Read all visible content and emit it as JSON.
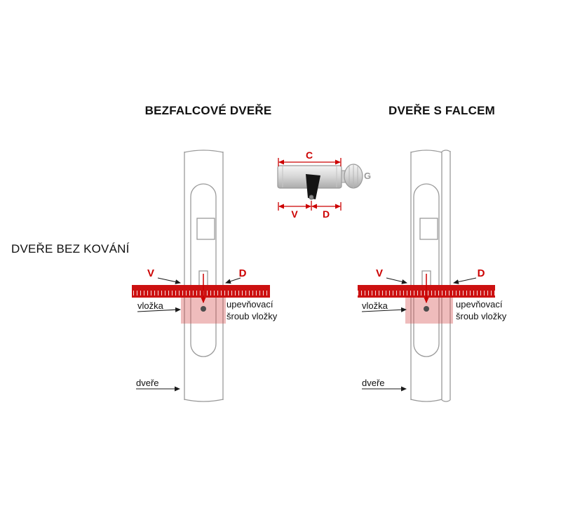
{
  "titles": {
    "left": "BEZFALCOVÉ DVEŘE",
    "right": "DVEŘE S FALCEM",
    "side": "DVEŘE BEZ KOVÁNÍ"
  },
  "cylinder_diagram": {
    "length_label": "C",
    "v_label": "V",
    "d_label": "D",
    "knob_label": "G"
  },
  "left_diagram": {
    "v_label": "V",
    "d_label": "D",
    "cylinder_label": "vložka",
    "screw_label": "upevňovací šroub vložky",
    "door_label": "dveře"
  },
  "right_diagram": {
    "v_label": "V",
    "d_label": "D",
    "cylinder_label": "vložka",
    "screw_label": "upevňovací šroub vložky",
    "door_label": "dveře"
  },
  "colors": {
    "dimension_red": "#cc0000",
    "ruler_red": "#cc1111",
    "highlight_pink": "#efbcbc",
    "outline_gray": "#9a9a9a",
    "label_black": "#111111",
    "knob_gray": "#9a9a9a"
  }
}
